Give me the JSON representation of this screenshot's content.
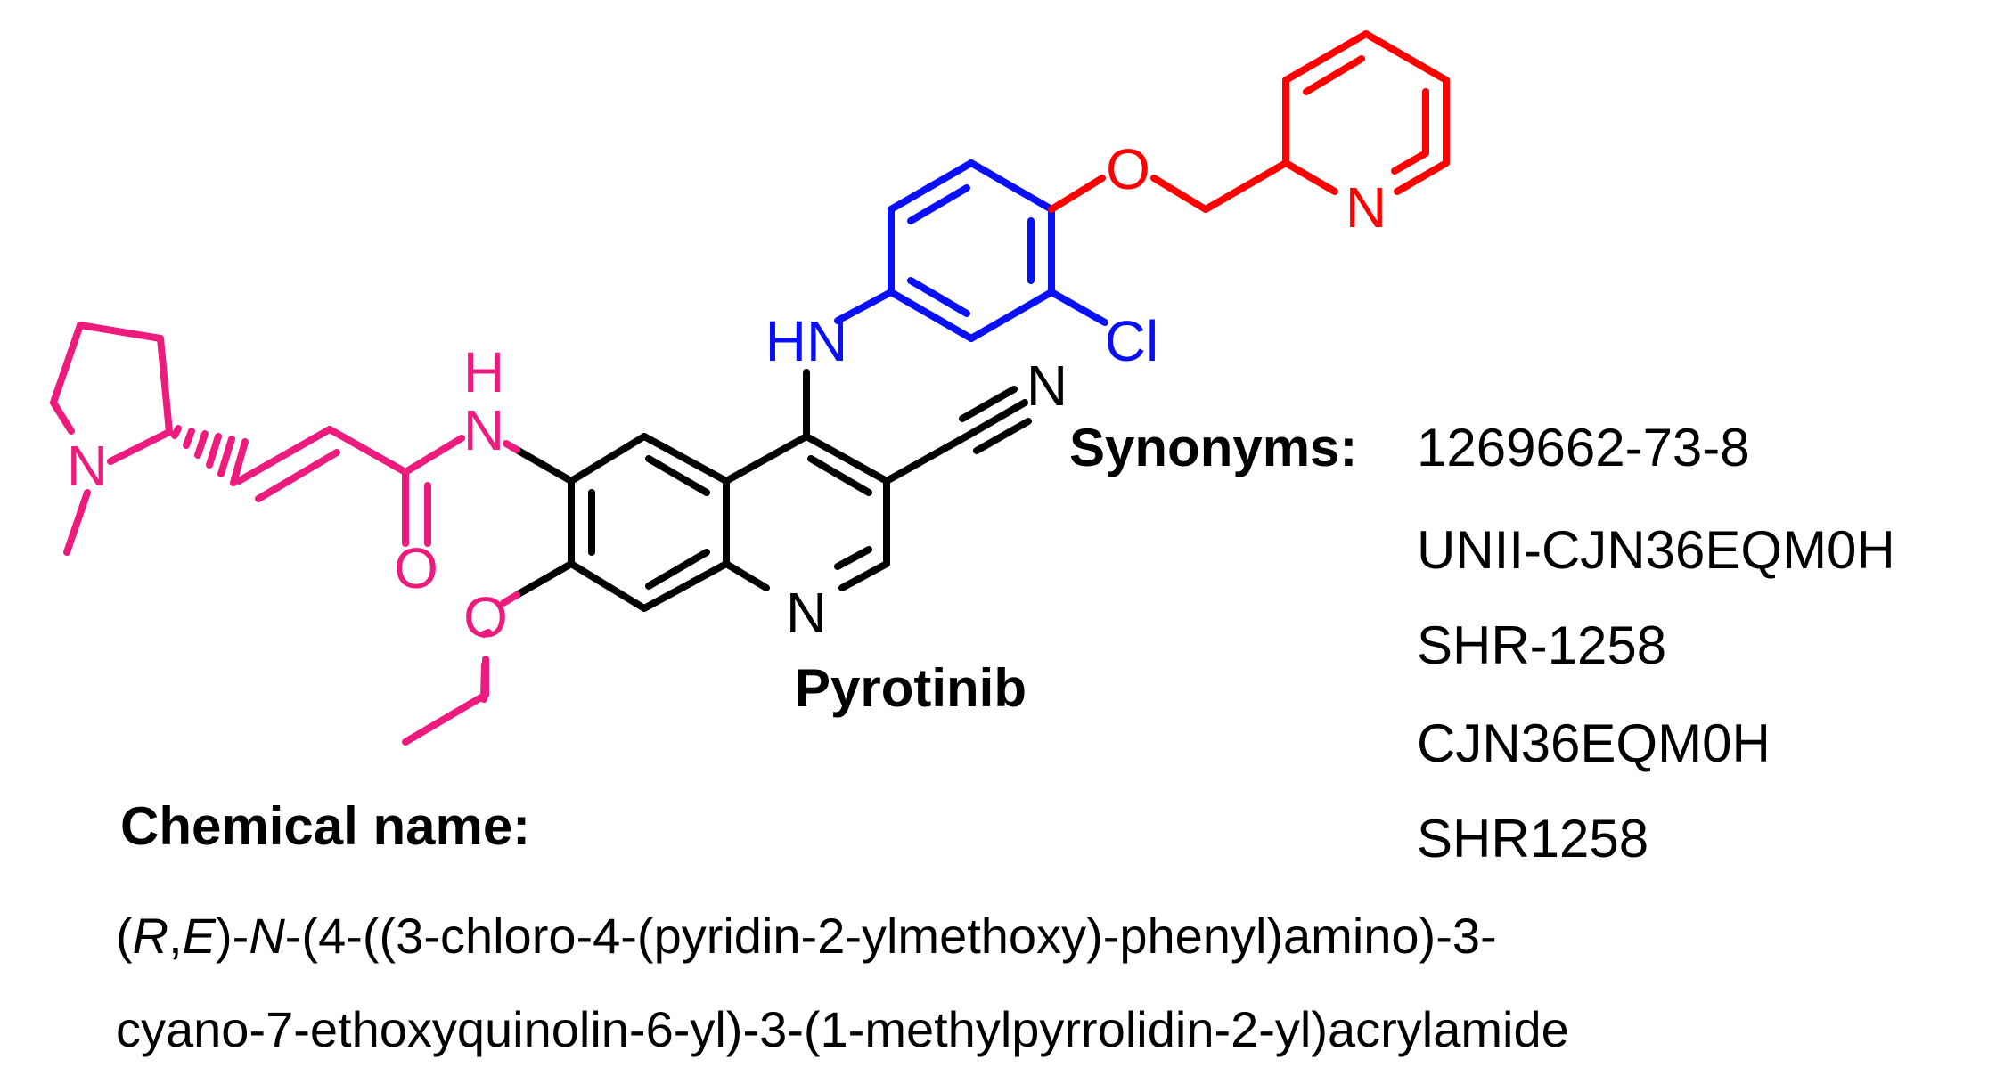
{
  "drug_name": "Pyrotinib",
  "atom_labels": {
    "pyrrolidine_n": "N",
    "amide_nh_h": "H",
    "amide_nh_n": "N",
    "carbonyl_o": "O",
    "ethoxy_o": "O",
    "quinoline_n": "N",
    "nitrile_n": "N",
    "aniline_nh": "HN",
    "chloro": "Cl",
    "ether_o": "O",
    "pyridine_n": "N"
  },
  "colors": {
    "magenta": "#ee1b7f",
    "black": "#000000",
    "blue": "#0a10f5",
    "red": "#ff0000"
  },
  "synonyms": {
    "heading": "Synonyms:",
    "items": [
      "1269662-73-8",
      "UNII-CJN36EQM0H",
      "SHR-1258",
      "CJN36EQM0H",
      "SHR1258"
    ]
  },
  "chemical_name": {
    "heading": "Chemical name:",
    "line1": {
      "open": "(",
      "r": "R",
      "comma": ",",
      "e": "E",
      "close": ")-",
      "n": "N",
      "rest": "-(4-((3-chloro-4-(pyridin-2-ylmethoxy)-phenyl)amino)-3-"
    },
    "line2": "cyano-7-ethoxyquinolin-6-yl)-3-(1-methylpyrrolidin-2-yl)acrylamide"
  }
}
